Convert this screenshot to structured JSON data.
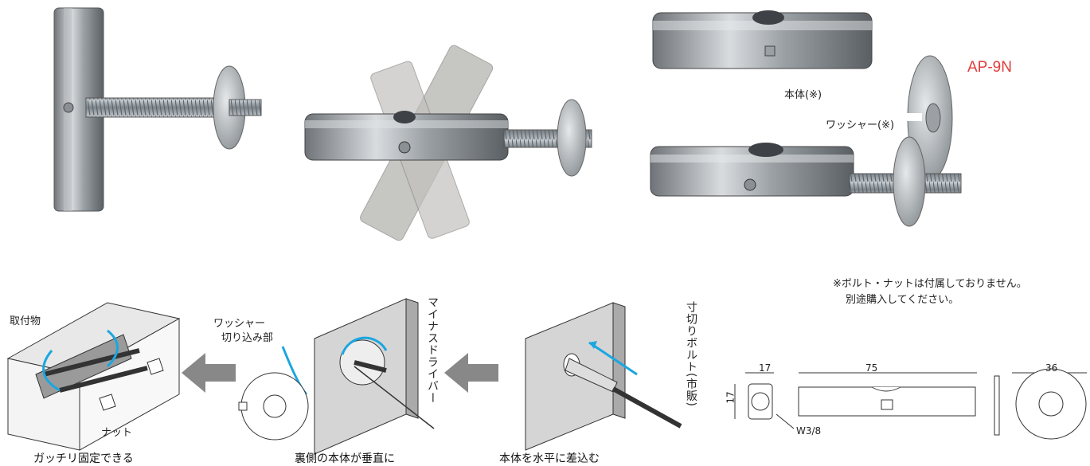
{
  "product": {
    "model": "AP-9N",
    "parts": {
      "body": "本体(※)",
      "washer": "ワッシャー(※)"
    },
    "note_lines": [
      "※ボルト・ナットは付属しておりません。",
      "別途購入してください。"
    ]
  },
  "steps": [
    {
      "caption": "本体を水平に差込む",
      "labels": [
        "寸切りボルト(市販)"
      ]
    },
    {
      "caption": "裏側の本体が垂直に",
      "labels": [
        "ワッシャー",
        "切り込み部",
        "マイナスドライバー"
      ]
    },
    {
      "caption": "ガッチリ固定できる",
      "labels": [
        "取付物",
        "ナット"
      ]
    }
  ],
  "dimensions": {
    "width_small": "17",
    "length": "75",
    "height": "17",
    "washer_diameter": "36",
    "thread": "W3/8"
  },
  "colors": {
    "accent_red": "#e23b3b",
    "arrow_blue": "#1aa6e0",
    "arrow_gray": "#888888"
  },
  "icons": [
    "left-arrow-icon",
    "rotate-arrow-icon",
    "insert-arrow-icon"
  ]
}
